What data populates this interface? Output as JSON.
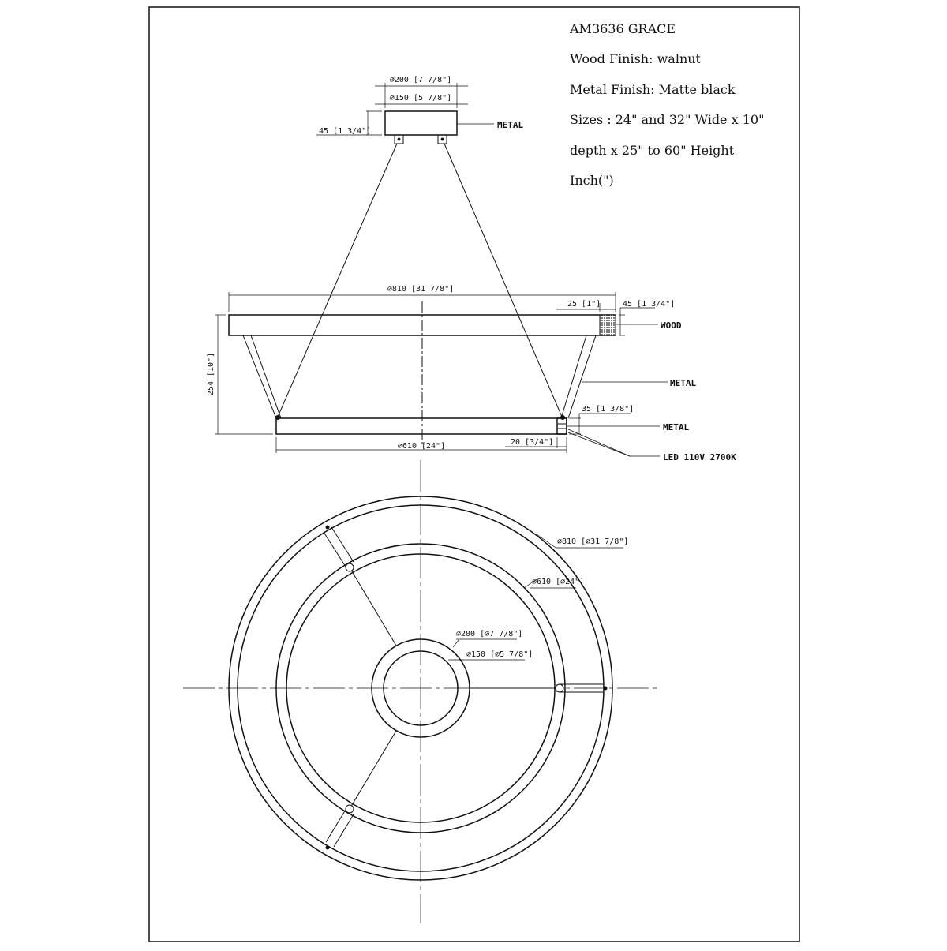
{
  "spec": {
    "model": "AM3636 GRACE",
    "wood_finish": "Wood Finish: walnut",
    "metal_finish": "Metal Finish: Matte black",
    "sizes_line1": "Sizes : 24\" and 32\" Wide x 10\"",
    "sizes_line2": "depth x 25\" to 60\" Height",
    "unit_note": "Inch(\")"
  },
  "elevation": {
    "canopy_outer_dim": "⌀200 [7 7/8\"]",
    "canopy_inner_dim": "⌀150 [5 7/8\"]",
    "canopy_height_dim": "45 [1 3/4\"]",
    "canopy_material": "METAL",
    "upper_ring_dim": "⌀810 [31 7/8\"]",
    "ring_width_dim": "25 [1\"]",
    "ring_height_dim": "45 [1 3/4\"]",
    "upper_ring_material": "WOOD",
    "overall_height_dim": "254 [10\"]",
    "strut_material": "METAL",
    "lower_ring_height_dim": "35 [1 3/8\"]",
    "lower_ring_material": "METAL",
    "lower_ring_dim": "⌀610 [24\"]",
    "lower_ring_width_dim": "20 [3/4\"]",
    "led_label": "LED 110V 2700K"
  },
  "plan": {
    "outer_ring_dim": "⌀810 [⌀31 7/8\"]",
    "inner_ring_dim": "⌀610 [⌀24\"]",
    "canopy_outer_dim": "⌀200 [⌀7 7/8\"]",
    "canopy_inner_dim": "⌀150 [⌀5 7/8\"]"
  }
}
